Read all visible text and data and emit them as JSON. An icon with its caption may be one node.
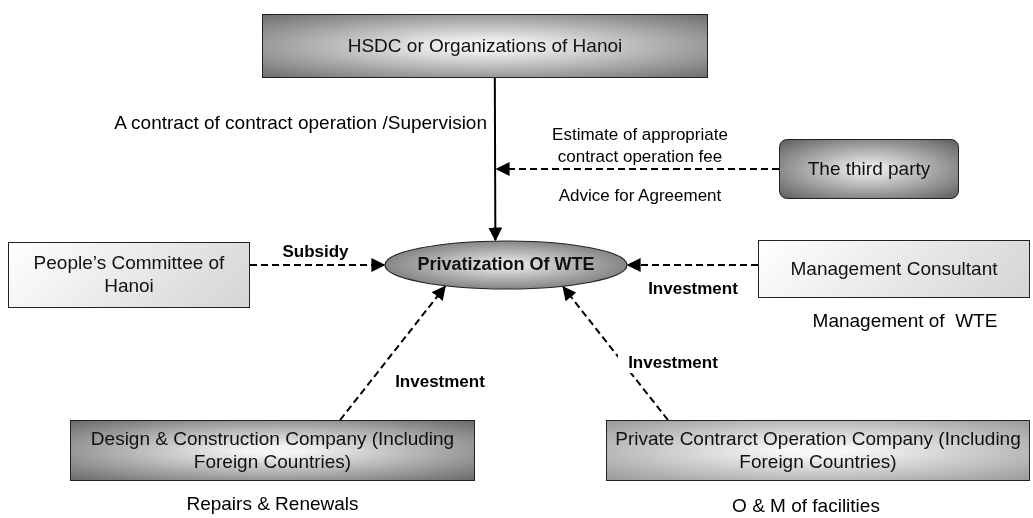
{
  "diagram": {
    "nodes": [
      {
        "text": [
          "HSDC or Organizations of Hanoi"
        ]
      },
      {
        "text": [
          "Privatization Of WTE"
        ]
      },
      {
        "text": [
          "The third party"
        ]
      },
      {
        "text": [
          "People’s Committee of Hanoi"
        ]
      },
      {
        "text": [
          "Management Consultant"
        ],
        "beside": [
          "Management of  WTE"
        ]
      },
      {
        "text": [
          "Design & Construction Company (Including Foreign Countries)"
        ],
        "beside": [
          "Repairs & Renewals"
        ]
      },
      {
        "text": [
          "Private Contrarct Operation Company (Including Foreign Countries)"
        ],
        "beside": [
          "O & M of facilities"
        ]
      }
    ],
    "edges": [
      {
        "from": 0,
        "to": 1,
        "arrow": "to",
        "label": "A contract of contract operation /Supervision"
      },
      {
        "from": 2,
        "to": null,
        "arrow": "to",
        "style": "dashed",
        "label": "Estimate of appropriate contract operation fee"
      },
      {
        "from": 3,
        "to": 1,
        "arrow": "to",
        "style": "dashed",
        "label": "Subsidy"
      },
      {
        "from": 4,
        "to": 1,
        "arrow": "to",
        "style": "dashed",
        "label": "Investment"
      },
      {
        "from": 5,
        "to": 1,
        "arrow": "to",
        "style": "dashed",
        "label": "Investment"
      },
      {
        "from": 6,
        "to": 1,
        "arrow": "to",
        "style": "dashed",
        "label": "Investment"
      }
    ],
    "labels": [
      "Advice for Agreement"
    ]
  }
}
